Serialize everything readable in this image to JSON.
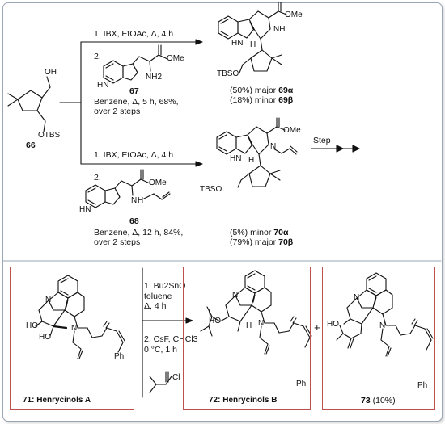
{
  "top": {
    "reaction1": {
      "step1": "1. IBX, EtOAc, Δ, 4 h",
      "step2_label": "2.",
      "reagent_number": "67",
      "reagent_labels": {
        "ester": "OMe",
        "nh2": "NH2",
        "nh": "HN"
      },
      "conditions_line1": "Benzene, Δ, 5 h, 68%,",
      "conditions_line2": "over 2 steps"
    },
    "reaction2": {
      "step1": "1. IBX, EtOAc, Δ, 4 h",
      "step2_label": "2.",
      "reagent_number": "68",
      "reagent_labels": {
        "ester": "OMe",
        "nh": "HN",
        "n": "N",
        "h": "H"
      },
      "conditions_line1": "Benzene, Δ, 12 h, 84%,",
      "conditions_line2": "over 2 steps"
    },
    "start_material": {
      "number": "66",
      "oh": "OH",
      "otbs": "OTBS"
    },
    "product69": {
      "labels": {
        "hn": "HN",
        "nh": "NH",
        "ome": "OMe",
        "h": "H",
        "tbso": "TBSO"
      },
      "major": "(50%) major ",
      "major_compound": "69α",
      "minor": "(18%) minor ",
      "minor_compound": "69β"
    },
    "product70": {
      "labels": {
        "hn": "HN",
        "n": "N",
        "ome": "OMe",
        "h": "H",
        "tbso": "TBSO"
      },
      "minor": "(5%) minor ",
      "minor_compound": "70α",
      "major": "(79%) major ",
      "major_compound": "70β"
    },
    "step_label": "Step"
  },
  "bottom": {
    "compound71": {
      "caption": "71: Henrycinols A",
      "labels": {
        "ho1": "HO",
        "ho2": "HO",
        "n1": "N",
        "n2": "N",
        "ph": "Ph"
      }
    },
    "conditions": {
      "line1": "1. Bu2SnO",
      "line2": "toluene",
      "line3": "Δ, 4 h",
      "line4": "2. CsF, CHCl3",
      "line5": "0 °C, 1 h",
      "acid_chloride": "Cl"
    },
    "compound72": {
      "caption": "72: Henrycinols B",
      "labels": {
        "ho": "HO",
        "h": "H",
        "n1": "N",
        "n2": "N",
        "ph": "Ph"
      }
    },
    "plus": "+",
    "compound73": {
      "caption_number": "73",
      "caption_yield": " (10%)",
      "labels": {
        "ho": "HO",
        "n1": "N",
        "n2": "N",
        "ph": "Ph"
      }
    }
  },
  "colors": {
    "box_border": "#c0504d",
    "frame_border": "#9aa6b4",
    "ink": "#111111"
  }
}
